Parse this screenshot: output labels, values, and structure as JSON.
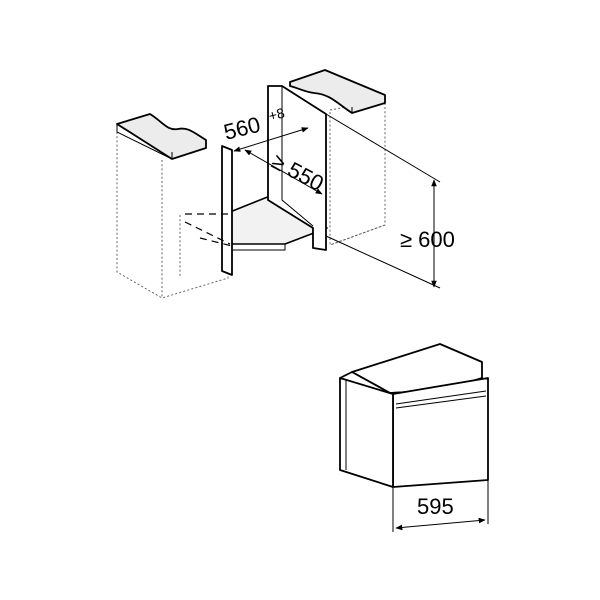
{
  "dimensions": {
    "width_label": "560",
    "width_tolerance": "+8",
    "depth_label": "≥ 550",
    "height_label": "≥ 600",
    "appliance_width_label": "595"
  }
}
